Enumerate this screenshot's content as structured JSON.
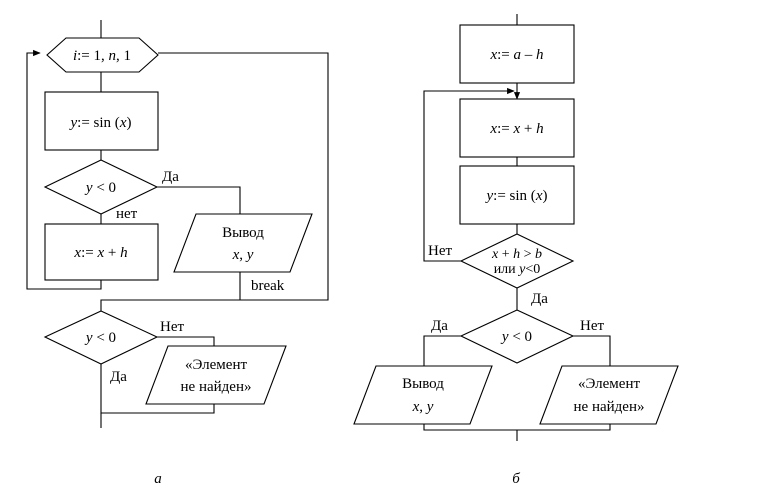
{
  "diagram_a": {
    "loop_header": [
      "i",
      ":= 1, ",
      "n",
      ", 1"
    ],
    "assign_y": [
      "y",
      ":= sin (",
      "x",
      ")"
    ],
    "cond": [
      "y",
      " < 0"
    ],
    "yes": "Да",
    "no": "нет",
    "assign_x": [
      "x",
      ":= ",
      "x",
      " + ",
      "h"
    ],
    "output": {
      "line1": "Вывод",
      "line2": [
        "x",
        ", ",
        "y"
      ]
    },
    "break": "break",
    "cond2": [
      "y",
      " < 0"
    ],
    "no2": "Нет",
    "yes2": "Да",
    "not_found": {
      "line1": "«Элемент",
      "line2": "не найден»"
    },
    "caption": "а"
  },
  "diagram_b": {
    "init": [
      "x",
      ":= ",
      "a",
      " – ",
      "h"
    ],
    "assign_x": [
      "x",
      ":= ",
      "x",
      " + ",
      "h"
    ],
    "assign_y": [
      "y",
      ":= sin (",
      "x",
      ")"
    ],
    "cond": {
      "line1": [
        "x",
        " + ",
        "h",
        " > ",
        "b"
      ],
      "line2": [
        "или ",
        "y",
        "<0"
      ]
    },
    "no": "Нет",
    "yes": "Да",
    "cond2": [
      "y",
      " < 0"
    ],
    "yes2": "Да",
    "no2": "Нет",
    "output": {
      "line1": "Вывод",
      "line2": [
        "x",
        ", ",
        "y"
      ]
    },
    "not_found": {
      "line1": "«Элемент",
      "line2": "не найден»"
    },
    "caption": "б"
  }
}
